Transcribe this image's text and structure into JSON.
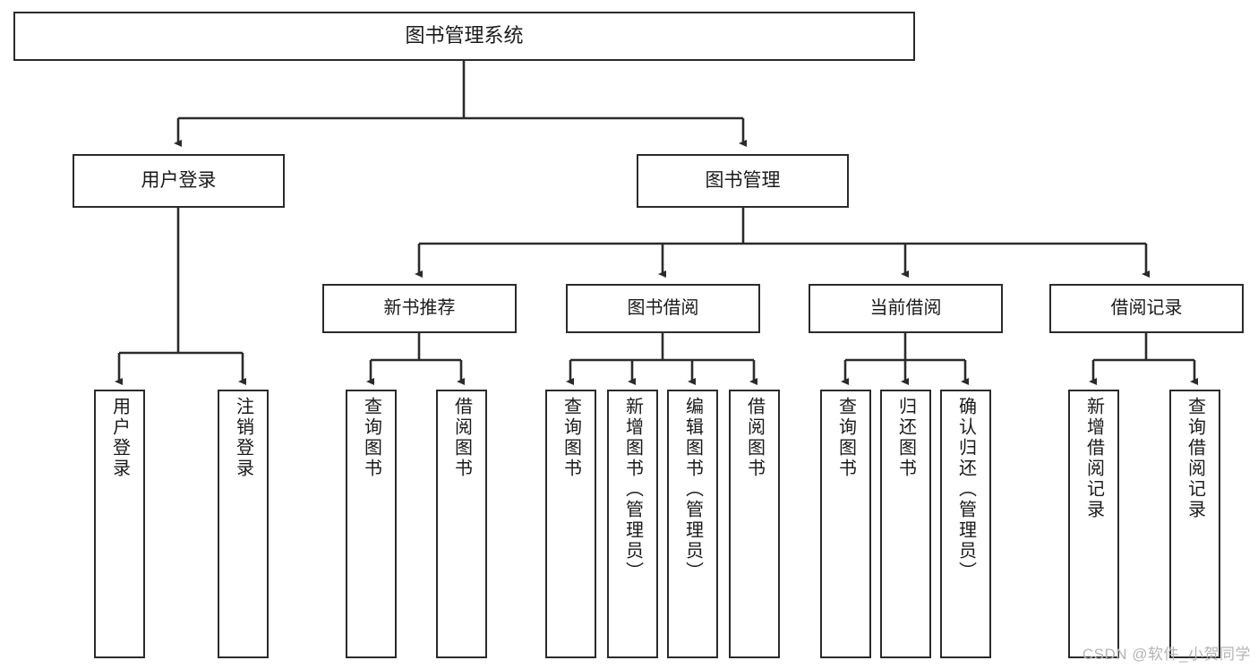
{
  "diagram": {
    "title": "图书管理系统",
    "type": "tree-hierarchy-diagram",
    "line_color": "#2b2b2b",
    "box_fill": "#ffffff",
    "text_color": "#1a1a1a"
  },
  "root": {
    "label": "图书管理系统"
  },
  "level1": [
    {
      "label": "用户登录"
    },
    {
      "label": "图书管理"
    }
  ],
  "level2": [
    {
      "label": "新书推荐"
    },
    {
      "label": "图书借阅"
    },
    {
      "label": "当前借阅"
    },
    {
      "label": "借阅记录"
    }
  ],
  "leaves": {
    "user_login": [
      {
        "label": "用户登录"
      },
      {
        "label": "注销登录"
      }
    ],
    "new_book_recommend": [
      {
        "label": "查询图书"
      },
      {
        "label": "借阅图书"
      }
    ],
    "book_borrow": [
      {
        "label": "查询图书"
      },
      {
        "label": "新增图书（管理员）"
      },
      {
        "label": "编辑图书（管理员）"
      },
      {
        "label": "借阅图书"
      }
    ],
    "current_borrow": [
      {
        "label": "查询图书"
      },
      {
        "label": "归还图书"
      },
      {
        "label": "确认归还（管理员）"
      }
    ],
    "borrow_record": [
      {
        "label": "新增借阅记录"
      },
      {
        "label": "查询借阅记录"
      }
    ]
  },
  "watermark": {
    "text": "CSDN @软件_小贺同学"
  }
}
